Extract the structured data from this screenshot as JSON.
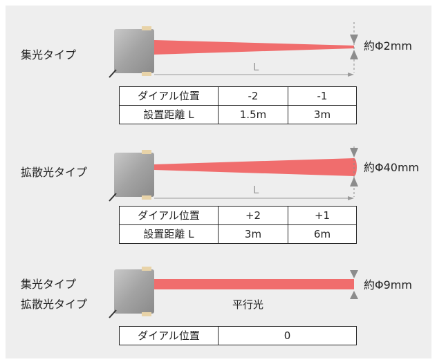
{
  "colors": {
    "panel": "#eeeeee",
    "beam": "#f06d6d",
    "sensor": "#a9a9a9",
    "arrow": "#8c8c8c"
  },
  "rows": [
    {
      "type_label": "集光タイプ",
      "spot": "約Φ2mm",
      "distance_symbol": "L",
      "table": {
        "headers": [
          "ダイアル位置",
          "-2",
          "-1"
        ],
        "values": [
          "設置距離 L",
          "1.5m",
          "3m"
        ]
      }
    },
    {
      "type_label": "拡散光タイプ",
      "spot": "約Φ40mm",
      "distance_symbol": "L",
      "table": {
        "headers": [
          "ダイアル位置",
          "+2",
          "+1"
        ],
        "values": [
          "設置距離 L",
          "3m",
          "6m"
        ]
      }
    },
    {
      "type_labels": [
        "集光タイプ",
        "拡散光タイプ"
      ],
      "spot": "約Φ9mm",
      "beam_note": "平行光",
      "table": {
        "headers": [
          "ダイアル位置",
          "0"
        ]
      }
    }
  ]
}
